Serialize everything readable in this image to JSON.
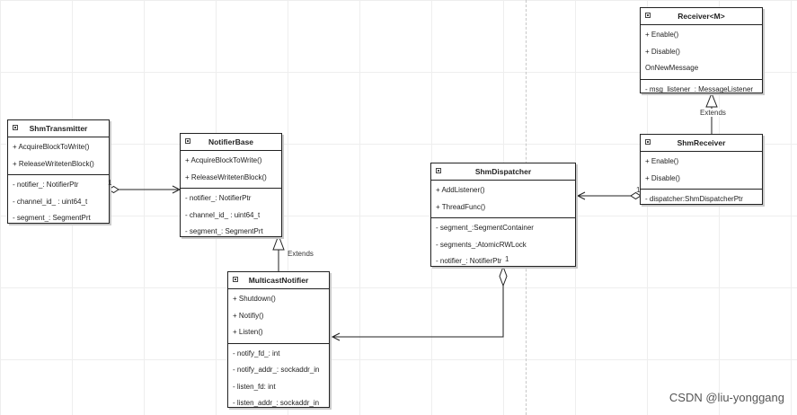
{
  "classes": {
    "shm_transmitter": {
      "name": "ShmTransmitter",
      "methods": [
        "+ AcquireBlockToWrite()",
        "+ ReleaseWritetenBlock()"
      ],
      "fields": [
        "- notifier_: NotifierPtr",
        "- channel_id_ :  uint64_t",
        "- segment_: SegmentPrt"
      ]
    },
    "notifier_base": {
      "name": "NotifierBase",
      "methods": [
        "+ AcquireBlockToWrite()",
        "+ ReleaseWritetenBlock()"
      ],
      "fields": [
        "- notifier_: NotifierPtr",
        "- channel_id_ :  uint64_t",
        "- segment_: SegmentPrt"
      ]
    },
    "multicast_notifier": {
      "name": "MulticastNotifier",
      "methods": [
        "+ Shutdown()",
        "+ Notifiy()",
        "+ Listen()"
      ],
      "fields": [
        "- notify_fd_: int",
        "- notify_addr_: sockaddr_in",
        "- listen_fd: int",
        "- listen_addr_: sockaddr_in"
      ]
    },
    "shm_dispatcher": {
      "name": "ShmDispatcher",
      "methods": [
        "+ AddListener()",
        "+ ThreadFunc()"
      ],
      "fields": [
        "- segment_:SegmentContainer",
        "- segments_:AtomicRWLock",
        "- notifier_: NotifierPtr"
      ]
    },
    "receiver": {
      "name": "Receiver<M>",
      "methods": [
        "+ Enable()",
        "+ Disable()",
        "OnNewMessage"
      ],
      "fields": [
        "- msg_listener_: MessageListener"
      ]
    },
    "shm_receiver": {
      "name": "ShmReceiver",
      "methods": [
        "+ Enable()",
        "+ Disable()"
      ],
      "fields": [
        "- dispatcher:ShmDispatcherPtr"
      ]
    }
  },
  "relations": {
    "extends_label_1": "Extends",
    "extends_label_2": "Extends",
    "multiplicity_transmitter": "1",
    "multiplicity_dispatcher": "1",
    "multiplicity_receiver": "1"
  },
  "watermark": "CSDN @liu-yonggang"
}
